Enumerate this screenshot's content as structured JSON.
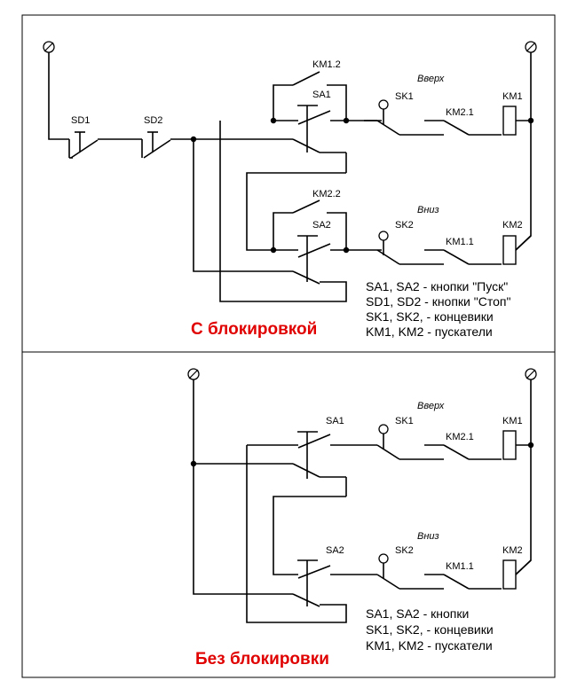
{
  "colors": {
    "wire": "#000000",
    "title": "#e00000",
    "background": "#ffffff"
  },
  "panel_top": {
    "title": "С блокировкой",
    "labels": {
      "sd1": "SD1",
      "sd2": "SD2",
      "km12": "KM1.2",
      "km22": "KM2.2",
      "sa1": "SA1",
      "sa2": "SA2",
      "sk1": "SK1",
      "sk2": "SK2",
      "km21": "KM2.1",
      "km11": "KM1.1",
      "km1": "KM1",
      "km2": "KM2",
      "up": "Вверх",
      "down": "Вниз"
    },
    "legend": [
      "SA1, SA2 - кнопки \"Пуск\"",
      "SD1, SD2 - кнопки \"Стоп\"",
      "SK1, SK2, - концевики",
      "KM1, KM2 - пускатели"
    ]
  },
  "panel_bottom": {
    "title": "Без блокировки",
    "labels": {
      "sa1": "SA1",
      "sa2": "SA2",
      "sk1": "SK1",
      "sk2": "SK2",
      "km21": "KM2.1",
      "km11": "KM1.1",
      "km1": "KM1",
      "km2": "KM2",
      "up": "Вверх",
      "down": "Вниз"
    },
    "legend": [
      "SA1, SA2 - кнопки",
      "SK1, SK2, - концевики",
      "KM1, KM2 - пускатели"
    ]
  }
}
